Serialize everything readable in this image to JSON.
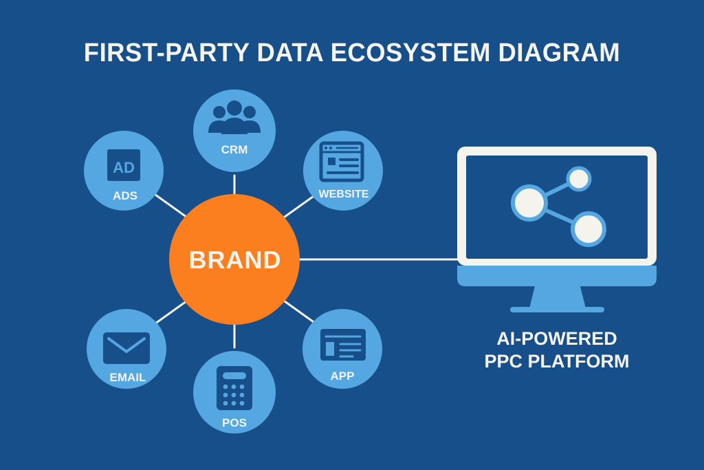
{
  "title": "FIRST-PARTY DATA ECOSYSTEM DIAGRAM",
  "colors": {
    "background": "#174f8a",
    "node_fill": "#55a7e2",
    "icon_dark": "#174f8a",
    "hub_fill": "#fb7f1e",
    "text_light": "#f4f3ec",
    "connector": "#f4f3ec"
  },
  "hub": {
    "label": "BRAND"
  },
  "nodes": [
    {
      "id": "crm",
      "label": "CRM",
      "icon": "users-icon"
    },
    {
      "id": "ads",
      "label": "ADS",
      "icon": "ad-icon",
      "icon_text": "AD"
    },
    {
      "id": "website",
      "label": "WEBSITE",
      "icon": "browser-window-icon"
    },
    {
      "id": "email",
      "label": "EMAIL",
      "icon": "envelope-icon"
    },
    {
      "id": "pos",
      "label": "POS",
      "icon": "calculator-icon"
    },
    {
      "id": "app",
      "label": "APP",
      "icon": "app-layout-icon"
    }
  ],
  "platform": {
    "icon": "monitor-share-icon",
    "label_line1": "AI-POWERED",
    "label_line2": "PPC PLATFORM"
  }
}
